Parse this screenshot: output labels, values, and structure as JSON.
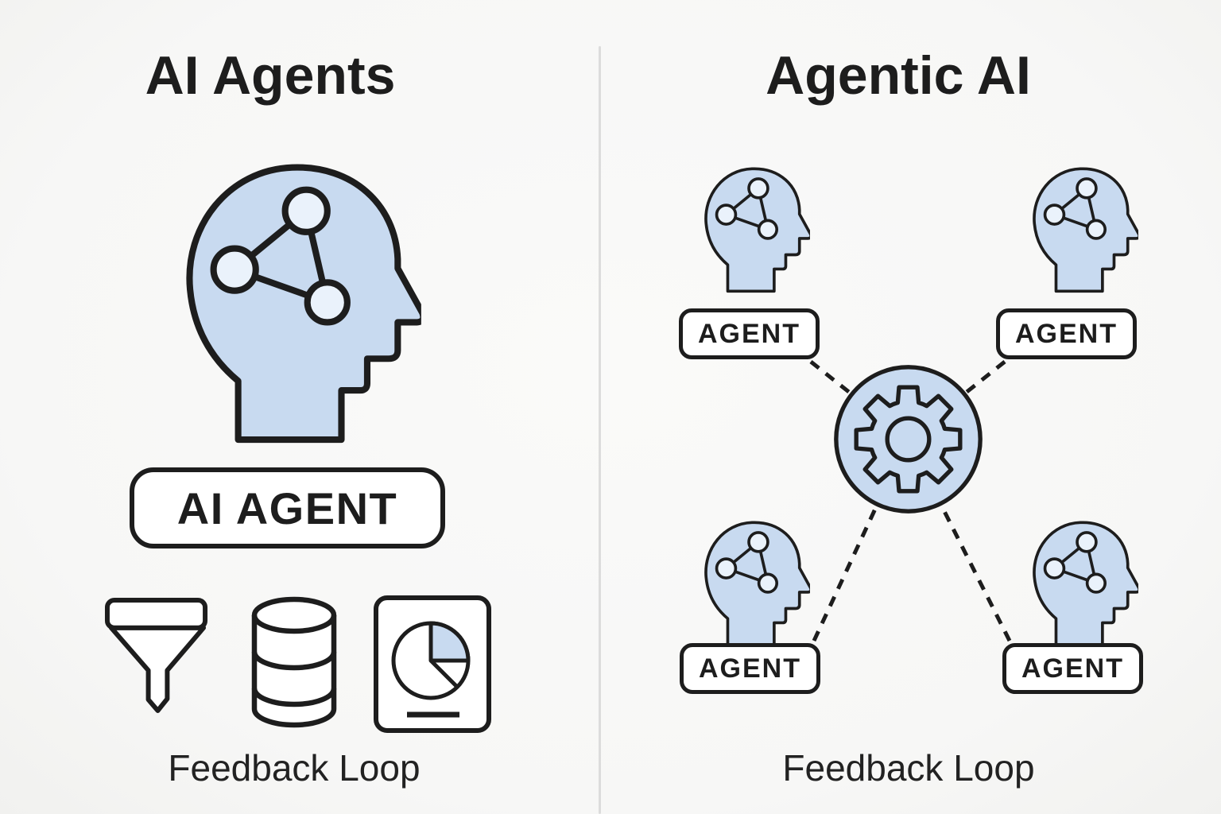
{
  "left_panel": {
    "title": "AI Agents",
    "head_icon": "ai-brain-head-icon",
    "head_label": "AI AGENT",
    "tool_icons": [
      {
        "name": "filter-funnel-icon"
      },
      {
        "name": "database-icon"
      },
      {
        "name": "pie-chart-report-icon"
      }
    ],
    "caption": "Feedback Loop"
  },
  "right_panel": {
    "title": "Agentic AI",
    "hub_icon": "gear-icon",
    "agents": [
      {
        "label": "AGENT",
        "position": "top-left"
      },
      {
        "label": "AGENT",
        "position": "top-right"
      },
      {
        "label": "AGENT",
        "position": "bottom-left"
      },
      {
        "label": "AGENT",
        "position": "bottom-right"
      }
    ],
    "caption": "Feedback Loop"
  },
  "colors": {
    "accent": "#c8daf0",
    "node": "#eaf2fb",
    "stroke": "#1d1d1d",
    "bg": "#f7f7f6",
    "divider": "#dcdcdc",
    "text": "#222222"
  }
}
